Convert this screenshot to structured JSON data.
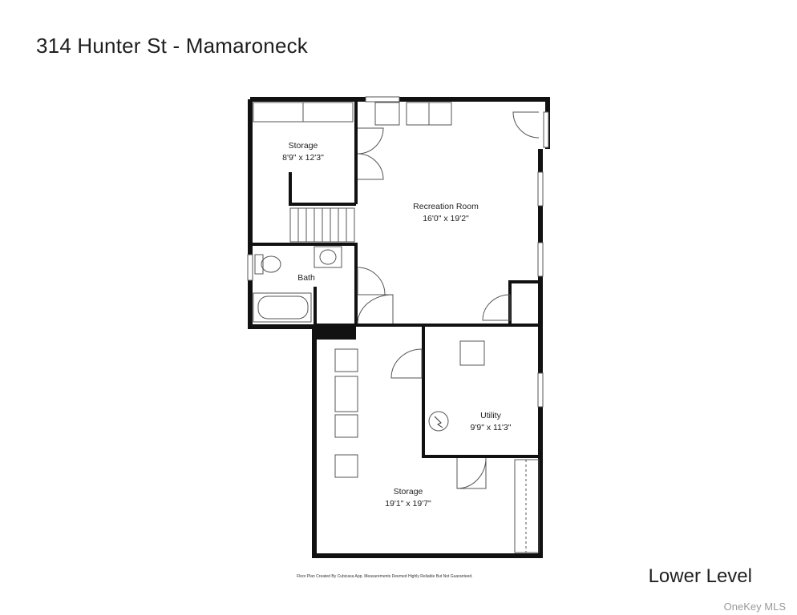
{
  "header": {
    "title": "314 Hunter St - Mamaroneck"
  },
  "rooms": [
    {
      "name": "Storage",
      "dims": "8'9\" x 12'3\""
    },
    {
      "name": "Recreation Room",
      "dims": "16'0\" x 19'2\""
    },
    {
      "name": "Bath",
      "dims": ""
    },
    {
      "name": "Utility",
      "dims": "9'9\" x 11'3\""
    },
    {
      "name": "Storage",
      "dims": "19'1\" x 19'7\""
    }
  ],
  "footer": {
    "level": "Lower Level",
    "credit": "Floor Plan Created By Cubicasa App. Measurements Deemed Highly Reliable But Not Guaranteed.",
    "watermark": "OneKey MLS"
  },
  "colors": {
    "wall": "#111111",
    "fixture": "#555555",
    "background": "#ffffff"
  }
}
